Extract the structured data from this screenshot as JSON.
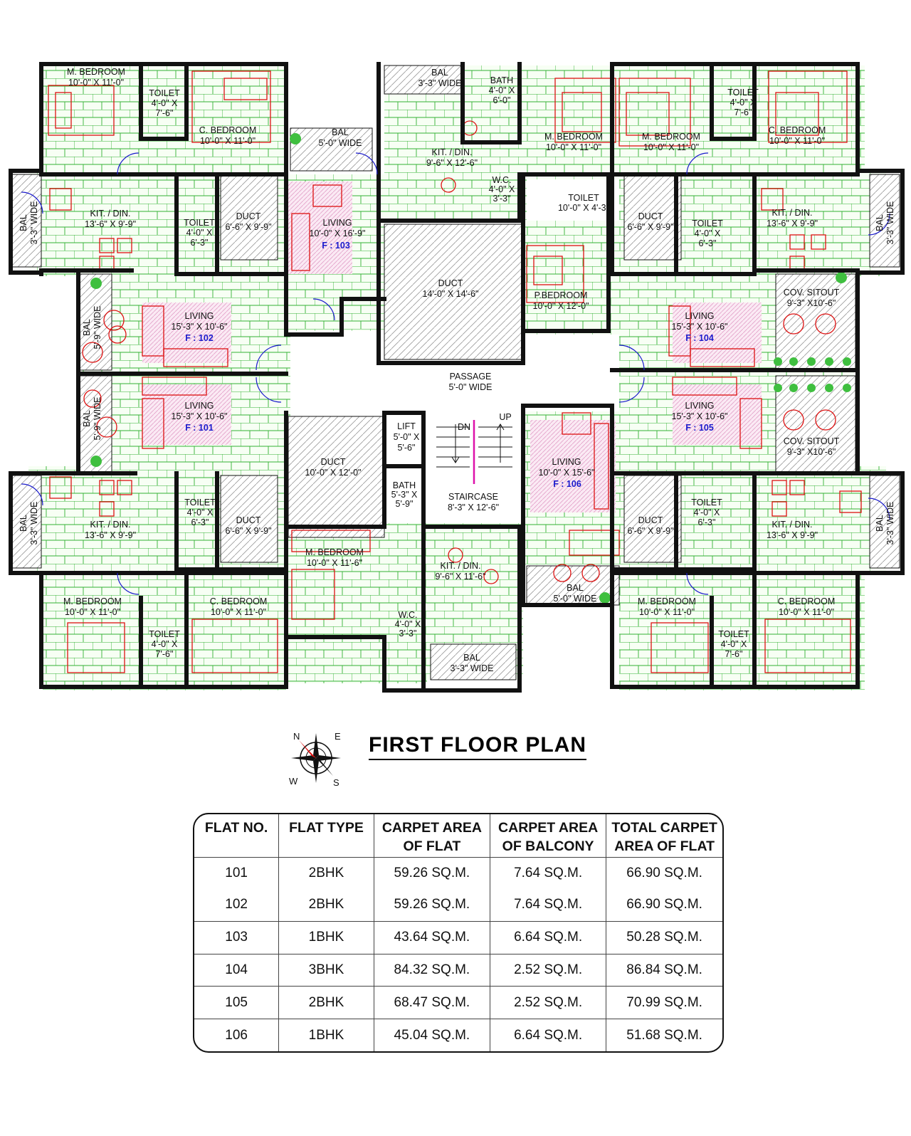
{
  "title": "FIRST  FLOOR PLAN",
  "compass": {
    "n": "N",
    "e": "E",
    "s": "S",
    "w": "W"
  },
  "rooms": [
    {
      "lines": [
        "M. BEDROOM",
        "10'-0\" X 11'-0\""
      ]
    },
    {
      "lines": [
        "TOILET",
        "4'-0\" X",
        "7'-6\""
      ]
    },
    {
      "lines": [
        "C. BEDROOM",
        "10'-0\" X 11'-0\""
      ]
    },
    {
      "lines": [
        "BAL",
        "5'-0\" WIDE"
      ]
    },
    {
      "lines": [
        "BAL",
        "3'-3\" WIDE"
      ]
    },
    {
      "lines": [
        "BATH",
        "4'-0\" X",
        "6'-0\""
      ]
    },
    {
      "lines": [
        "M. BEDROOM",
        "10'-0\" X 11'-0\""
      ]
    },
    {
      "lines": [
        "M. BEDROOM",
        "10'-0\" X 11'-0\""
      ]
    },
    {
      "lines": [
        "TOILET",
        "4'-0\" X",
        "7'-6\""
      ]
    },
    {
      "lines": [
        "C. BEDROOM",
        "10'-0\" X 11'-0\""
      ]
    },
    {
      "lines": [
        "KIT. / DIN.",
        "9'-6\" X 12'-6\""
      ]
    },
    {
      "lines": [
        "W.C.",
        "4'-0\" X",
        "3'-3\""
      ]
    },
    {
      "lines": [
        "TOILET",
        "10'-0\" X 4'-3\""
      ]
    },
    {
      "lines": [
        "KIT. / DIN.",
        "13'-6\" X 9'-9\""
      ]
    },
    {
      "lines": [
        "TOILET",
        "4'-0\" X",
        "6'-3\""
      ]
    },
    {
      "lines": [
        "DUCT",
        "6'-6\" X 9'-9\""
      ]
    },
    {
      "lines": [
        "LIVING",
        "10'-0\" X 16'-9\""
      ]
    },
    {
      "lines": [
        "F : 103"
      ],
      "accent": true
    },
    {
      "lines": [
        "DUCT",
        "14'-0\" X 14'-6\""
      ]
    },
    {
      "lines": [
        "DUCT",
        "6'-6\" X 9'-9\""
      ]
    },
    {
      "lines": [
        "TOILET",
        "4'-0\" X",
        "6'-3\""
      ]
    },
    {
      "lines": [
        "KIT. / DIN.",
        "13'-6\" X 9'-9\""
      ]
    },
    {
      "lines": [
        "P.BEDROOM",
        "10'-0\" X 12'-0\""
      ]
    },
    {
      "lines": [
        "LIVING",
        "15'-3\" X 10'-6\""
      ]
    },
    {
      "lines": [
        "F : 102"
      ],
      "accent": true
    },
    {
      "lines": [
        "LIVING",
        "15'-3\" X 10'-6\""
      ]
    },
    {
      "lines": [
        "F : 104"
      ],
      "accent": true
    },
    {
      "lines": [
        "COV. SITOUT",
        "9'-3\" X10'-6\""
      ]
    },
    {
      "lines": [
        "PASSAGE",
        "5'-0\" WIDE"
      ]
    },
    {
      "lines": [
        "LIVING",
        "15'-3\" X 10'-6\""
      ]
    },
    {
      "lines": [
        "F : 101"
      ],
      "accent": true
    },
    {
      "lines": [
        "LIVING",
        "15'-3\" X 10'-6\""
      ]
    },
    {
      "lines": [
        "F : 105"
      ],
      "accent": true
    },
    {
      "lines": [
        "COV. SITOUT",
        "9'-3\" X10'-6\""
      ]
    },
    {
      "lines": [
        "LIFT",
        "5'-0\" X",
        "5'-6\""
      ]
    },
    {
      "lines": [
        "DN"
      ]
    },
    {
      "lines": [
        "UP"
      ]
    },
    {
      "lines": [
        "DUCT",
        "10'-0\" X 12'-0\""
      ]
    },
    {
      "lines": [
        "LIVING",
        "10'-0\" X 15'-6\""
      ]
    },
    {
      "lines": [
        "F : 106"
      ],
      "accent": true
    },
    {
      "lines": [
        "BATH",
        "5'-3\" X",
        "5'-9\""
      ]
    },
    {
      "lines": [
        "STAIRCASE",
        "8'-3\" X 12'-6\""
      ]
    },
    {
      "lines": [
        "KIT. / DIN.",
        "13'-6\" X 9'-9\""
      ]
    },
    {
      "lines": [
        "TOILET",
        "4'-0\" X",
        "6'-3\""
      ]
    },
    {
      "lines": [
        "DUCT",
        "6'-6\" X 9'-9\""
      ]
    },
    {
      "lines": [
        "DUCT",
        "6'-6\" X 9'-9\""
      ]
    },
    {
      "lines": [
        "TOILET",
        "4'-0\" X",
        "6'-3\""
      ]
    },
    {
      "lines": [
        "KIT. / DIN.",
        "13'-6\" X 9'-9\""
      ]
    },
    {
      "lines": [
        "M. BEDROOM",
        "10'-0\" X 11'-6\""
      ]
    },
    {
      "lines": [
        "KIT. / DIN.",
        "9'-6\" X 11'-6\""
      ]
    },
    {
      "lines": [
        "BAL",
        "5'-0\" WIDE"
      ]
    },
    {
      "lines": [
        "M. BEDROOM",
        "10'-0\" X 11'-0\""
      ]
    },
    {
      "lines": [
        "C. BEDROOM",
        "10'-0\" X 11'-0\""
      ]
    },
    {
      "lines": [
        "M. BEDROOM",
        "10'-0\" X 11'-0\""
      ]
    },
    {
      "lines": [
        "C. BEDROOM",
        "10'-0\" X 11'-0\""
      ]
    },
    {
      "lines": [
        "TOILET",
        "4'-0\" X",
        "7'-6\""
      ]
    },
    {
      "lines": [
        "TOILET",
        "4'-0\" X",
        "7'-6\""
      ]
    },
    {
      "lines": [
        "W.C.",
        "4'-0\" X",
        "3'-3\""
      ]
    },
    {
      "lines": [
        "BAL",
        "3'-3\" WIDE"
      ]
    },
    {
      "lines": [
        "BAL",
        "3'-3\" WIDE"
      ]
    },
    {
      "lines": [
        "BAL",
        "3'-3\" WIDE"
      ]
    },
    {
      "lines": [
        "BAL",
        "5'-9\" WIDE"
      ]
    },
    {
      "lines": [
        "BAL",
        "5'-9\" WIDE"
      ]
    },
    {
      "lines": [
        "BAL",
        "3'-3\" WIDE"
      ]
    },
    {
      "lines": [
        "BAL",
        "3'-3\" WIDE"
      ]
    }
  ],
  "table": {
    "headers": [
      [
        "FLAT NO."
      ],
      [
        "FLAT TYPE"
      ],
      [
        "CARPET AREA",
        "OF FLAT"
      ],
      [
        "CARPET AREA",
        "OF BALCONY"
      ],
      [
        "TOTAL CARPET",
        "AREA OF FLAT"
      ]
    ],
    "rows": [
      [
        "101",
        "2BHK",
        "59.26 SQ.M.",
        "7.64 SQ.M.",
        "66.90 SQ.M."
      ],
      [
        "102",
        "2BHK",
        "59.26 SQ.M.",
        "7.64 SQ.M.",
        "66.90 SQ.M."
      ],
      [
        "103",
        "1BHK",
        "43.64 SQ.M.",
        "6.64 SQ.M.",
        "50.28 SQ.M."
      ],
      [
        "104",
        "3BHK",
        "84.32 SQ.M.",
        "2.52 SQ.M.",
        "86.84 SQ.M."
      ],
      [
        "105",
        "2BHK",
        "68.47 SQ.M.",
        "2.52 SQ.M.",
        "70.99 SQ.M."
      ],
      [
        "106",
        "1BHK",
        "45.04 SQ.M.",
        "6.64 SQ.M.",
        "51.68 SQ.M."
      ]
    ]
  },
  "colors": {
    "wall": "#111111",
    "tile_grid": "#22aa22",
    "furniture": "#dd1111",
    "accent_text": "#1a1acc"
  }
}
